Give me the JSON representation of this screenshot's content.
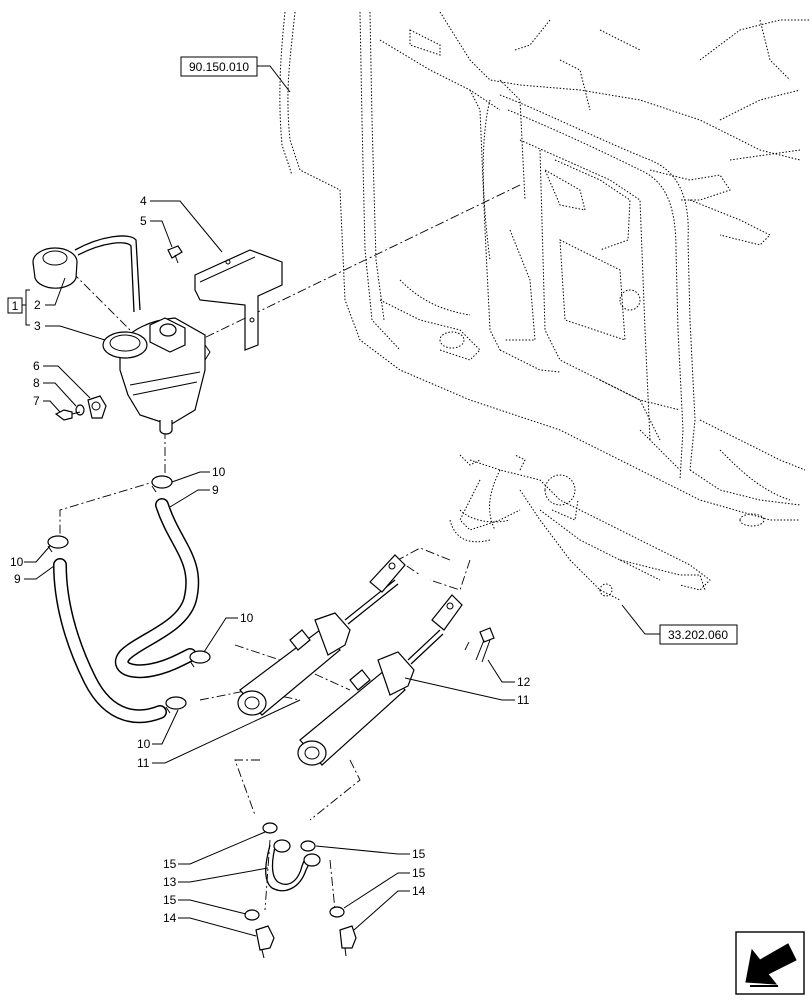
{
  "references": {
    "frame_ref": "90.150.010",
    "pedal_ref": "33.202.060"
  },
  "group_box_label": "1",
  "callouts": {
    "c2": "2",
    "c3": "3",
    "c4": "4",
    "c5": "5",
    "c6": "6",
    "c7": "7",
    "c8": "8",
    "c9a": "9",
    "c9b": "9",
    "c10a": "10",
    "c10b": "10",
    "c10c": "10",
    "c10d": "10",
    "c11a": "11",
    "c11b": "11",
    "c12": "12",
    "c13": "13",
    "c14a": "14",
    "c14b": "14",
    "c15a": "15",
    "c15b": "15",
    "c15c": "15",
    "c15d": "15"
  },
  "icons": {
    "navigation": "arrow-bottom-left-icon"
  }
}
